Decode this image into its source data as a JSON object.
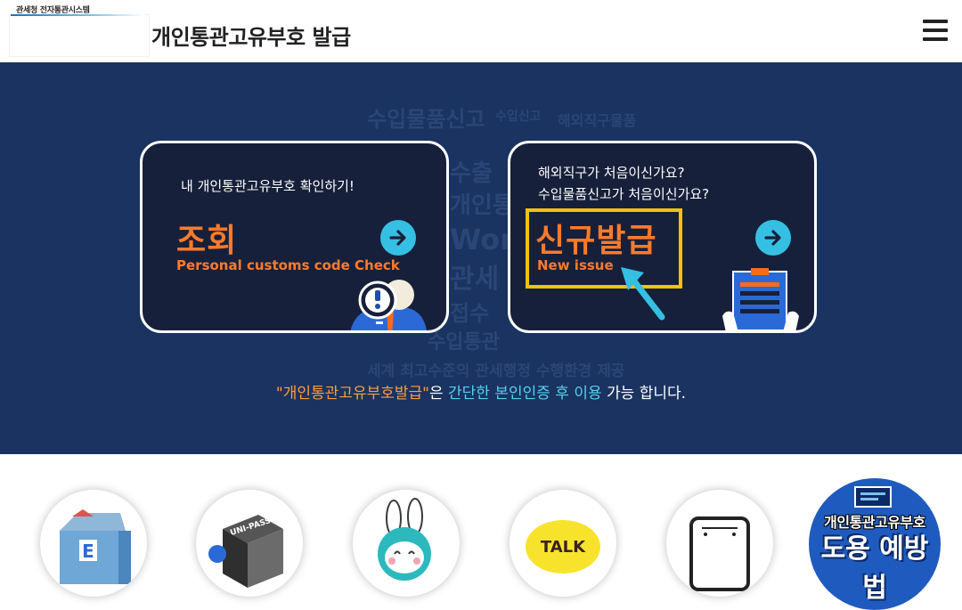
{
  "header": {
    "logo_text": "관세청 전자통관시스템",
    "title": "개인통관고유부호 발급"
  },
  "hero": {
    "watermark": [
      "수입물품신고",
      "수입신고",
      "해외직구물품",
      "수출",
      "개인통",
      "World",
      "관세",
      "접수",
      "수입통관",
      "세계 최고수준의 관세행정 수행환경 제공"
    ],
    "check_card": {
      "subtitle": "내 개인통관고유부호 확인하기!",
      "title": "조회",
      "title_en": "Personal customs code Check"
    },
    "new_card": {
      "subtitle_line1": "해외직구가 처음이신가요?",
      "subtitle_line2": "수입물품신고가 처음이신가요?",
      "title": "신규발급",
      "title_en": "New issue"
    },
    "note": {
      "part1": "\"개인통관고유부호발급\"",
      "part2": "은 ",
      "part3": "간단한 본인인증 후 이용",
      "part4": " 가능 합니다."
    }
  },
  "bottom": {
    "icons": [
      "building-icon",
      "unipass-book-icon",
      "rabbit-mascot-icon",
      "kakao-talk-icon",
      "kiosk-icon"
    ],
    "promo_line1": "개인통관고유부호",
    "promo_line2": "도용 예방법"
  },
  "colors": {
    "hero_bg": "#1a3360",
    "card_bg": "#17203a",
    "accent_orange": "#ff7a2b",
    "accent_cyan": "#35c0e3",
    "highlight_yellow": "#f5c012"
  }
}
